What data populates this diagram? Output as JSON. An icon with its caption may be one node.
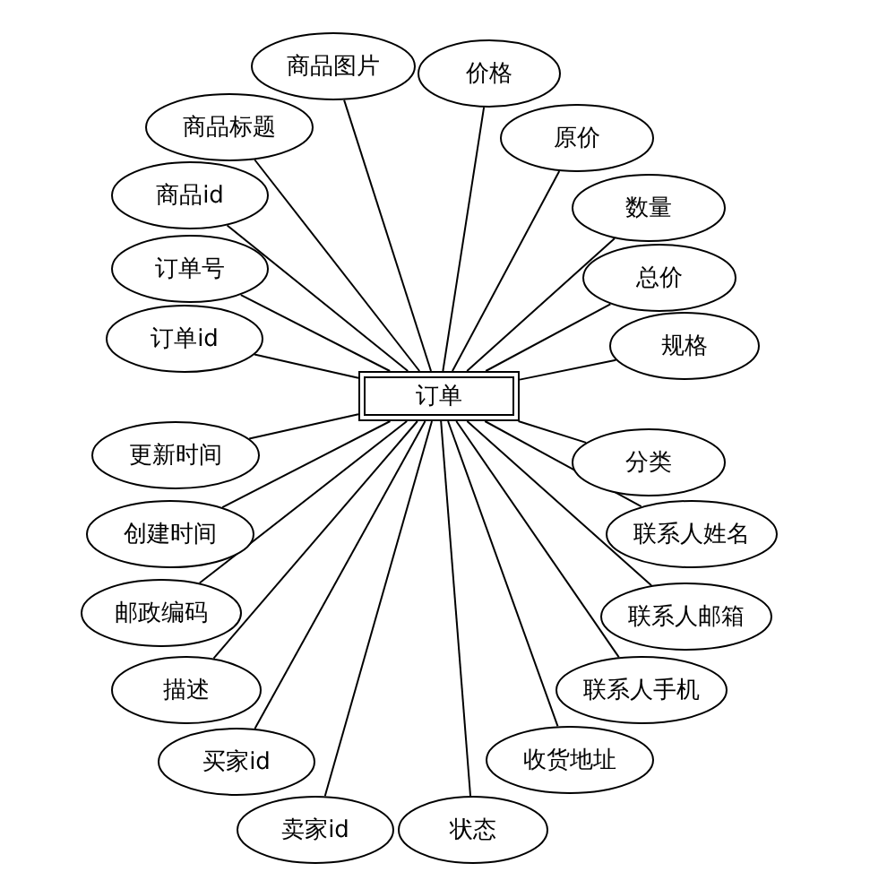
{
  "diagram": {
    "nodes": [
      {
        "text": [
          "商品图片"
        ]
      },
      {
        "text": [
          "价格"
        ]
      },
      {
        "text": [
          "商品标题"
        ]
      },
      {
        "text": [
          "原价"
        ]
      },
      {
        "text": [
          "商品id"
        ]
      },
      {
        "text": [
          "数量"
        ]
      },
      {
        "text": [
          "订单号"
        ]
      },
      {
        "text": [
          "总价"
        ]
      },
      {
        "text": [
          "订单id"
        ]
      },
      {
        "text": [
          "规格"
        ]
      },
      {
        "text": [
          "订单"
        ]
      },
      {
        "text": [
          "更新时间"
        ]
      },
      {
        "text": [
          "分类"
        ]
      },
      {
        "text": [
          "创建时间"
        ]
      },
      {
        "text": [
          "联系人姓名"
        ]
      },
      {
        "text": [
          "邮政编码"
        ]
      },
      {
        "text": [
          "联系人邮箱"
        ]
      },
      {
        "text": [
          "描述"
        ]
      },
      {
        "text": [
          "联系人手机"
        ]
      },
      {
        "text": [
          "买家id"
        ]
      },
      {
        "text": [
          "收货地址"
        ]
      },
      {
        "text": [
          "卖家id"
        ]
      },
      {
        "text": [
          "状态"
        ]
      }
    ],
    "edges": [
      {
        "from": 10,
        "to": 0,
        "arrow": "none"
      },
      {
        "from": 10,
        "to": 1,
        "arrow": "none"
      },
      {
        "from": 10,
        "to": 2,
        "arrow": "none"
      },
      {
        "from": 10,
        "to": 3,
        "arrow": "none"
      },
      {
        "from": 10,
        "to": 4,
        "arrow": "none"
      },
      {
        "from": 10,
        "to": 5,
        "arrow": "none"
      },
      {
        "from": 10,
        "to": 6,
        "arrow": "none"
      },
      {
        "from": 10,
        "to": 7,
        "arrow": "none"
      },
      {
        "from": 10,
        "to": 8,
        "arrow": "none"
      },
      {
        "from": 10,
        "to": 9,
        "arrow": "none"
      },
      {
        "from": 10,
        "to": 11,
        "arrow": "none"
      },
      {
        "from": 10,
        "to": 12,
        "arrow": "none"
      },
      {
        "from": 10,
        "to": 13,
        "arrow": "none"
      },
      {
        "from": 10,
        "to": 14,
        "arrow": "none"
      },
      {
        "from": 10,
        "to": 15,
        "arrow": "none"
      },
      {
        "from": 10,
        "to": 16,
        "arrow": "none"
      },
      {
        "from": 10,
        "to": 17,
        "arrow": "none"
      },
      {
        "from": 10,
        "to": 18,
        "arrow": "none"
      },
      {
        "from": 10,
        "to": 19,
        "arrow": "none"
      },
      {
        "from": 10,
        "to": 20,
        "arrow": "none"
      },
      {
        "from": 10,
        "to": 21,
        "arrow": "none"
      },
      {
        "from": 10,
        "to": 22,
        "arrow": "none"
      }
    ]
  }
}
